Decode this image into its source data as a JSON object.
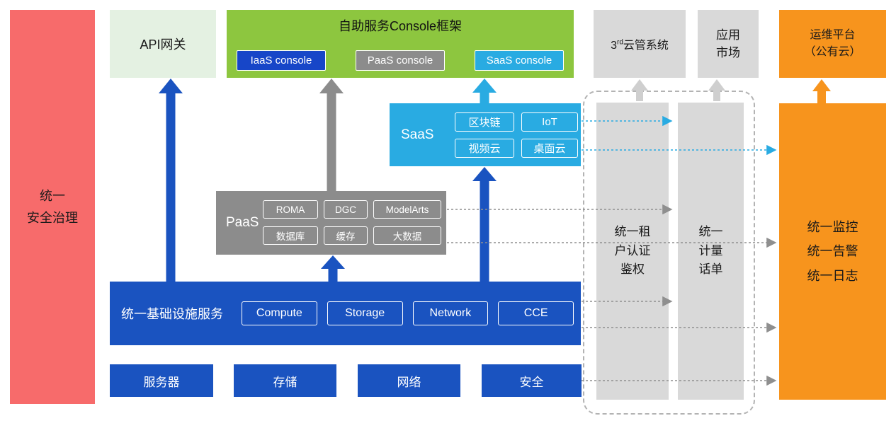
{
  "colors": {
    "security_red": "#F76B6B",
    "gateway_green_bg": "#E4F1E2",
    "console_green": "#8DC63F",
    "primary_blue": "#1A53C0",
    "iaas_console_blue": "#1746C8",
    "paas_gray": "#8C8C8C",
    "panel_gray": "#D9D9D9",
    "saas_cyan": "#29ABE2",
    "om_orange": "#F7941D"
  },
  "security_bar": {
    "label": "统一\n安全治理"
  },
  "api_gateway": {
    "label": "API网关"
  },
  "console": {
    "title": "自助服务Console框架",
    "iaas_label": "IaaS console",
    "paas_label": "PaaS console",
    "saas_label": "SaaS console"
  },
  "third_cloud": {
    "prefix": "3",
    "sup": "rd",
    "suffix": "云管系统"
  },
  "app_market": {
    "label": "应用\n市场"
  },
  "om_platform": {
    "label": "运维平台\n（公有云）"
  },
  "saas": {
    "label": "SaaS",
    "items": [
      "区块链",
      "IoT",
      "视频云",
      "桌面云"
    ]
  },
  "paas": {
    "label": "PaaS",
    "items": [
      "ROMA",
      "DGC",
      "ModelArts",
      "数据库",
      "缓存",
      "大数据"
    ]
  },
  "iaas": {
    "label": "统一基础设施服务",
    "items": [
      "Compute",
      "Storage",
      "Network",
      "CCE"
    ]
  },
  "hardware": {
    "items": [
      "服务器",
      "存储",
      "网络",
      "安全"
    ]
  },
  "pipelines": {
    "tenant_auth": "统一租\n户认证\n鉴权",
    "metering": "统一\n计量\n话单"
  },
  "om_box": {
    "label": "统一监控\n统一告警\n统一日志"
  }
}
